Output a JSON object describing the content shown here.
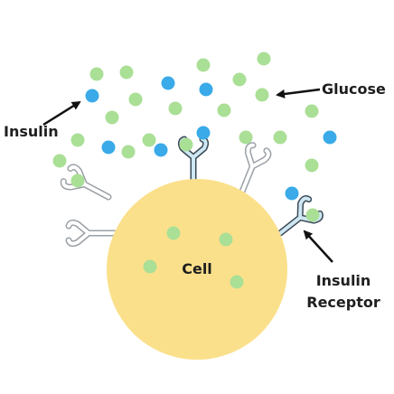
{
  "labels": {
    "insulin": "Insulin",
    "glucose": "Glucose",
    "cell": "Cell",
    "receptor_line1": "Insulin",
    "receptor_line2": "Receptor"
  },
  "colors": {
    "glucose": "#aadf96",
    "insulin": "#3aaae8",
    "cell": "#fbe08b",
    "receptor_outline": "#9aa0a6",
    "receptor_active_outline": "#3a4a57",
    "receptor_active_fill": "#cfe7f2",
    "label": "#1e1e1e"
  }
}
